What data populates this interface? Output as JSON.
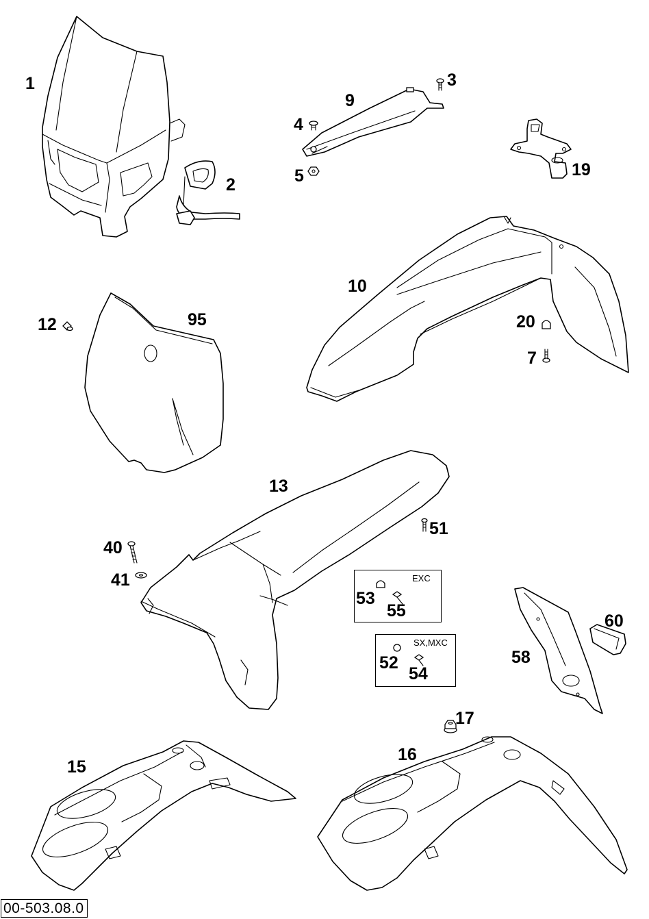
{
  "diagram": {
    "reference_code": "00-503.08.0",
    "callouts": {
      "c1": "1",
      "c2": "2",
      "c3": "3",
      "c4": "4",
      "c5": "5",
      "c7": "7",
      "c9": "9",
      "c10": "10",
      "c12": "12",
      "c13": "13",
      "c15": "15",
      "c16": "16",
      "c17": "17",
      "c19": "19",
      "c20": "20",
      "c40": "40",
      "c41": "41",
      "c51": "51",
      "c52": "52",
      "c53": "53",
      "c54": "54",
      "c55": "55",
      "c58": "58",
      "c60": "60",
      "c95": "95"
    },
    "variant_boxes": {
      "exc": {
        "label": "EXC"
      },
      "sx_mxc": {
        "label": "SX,MXC"
      }
    }
  }
}
